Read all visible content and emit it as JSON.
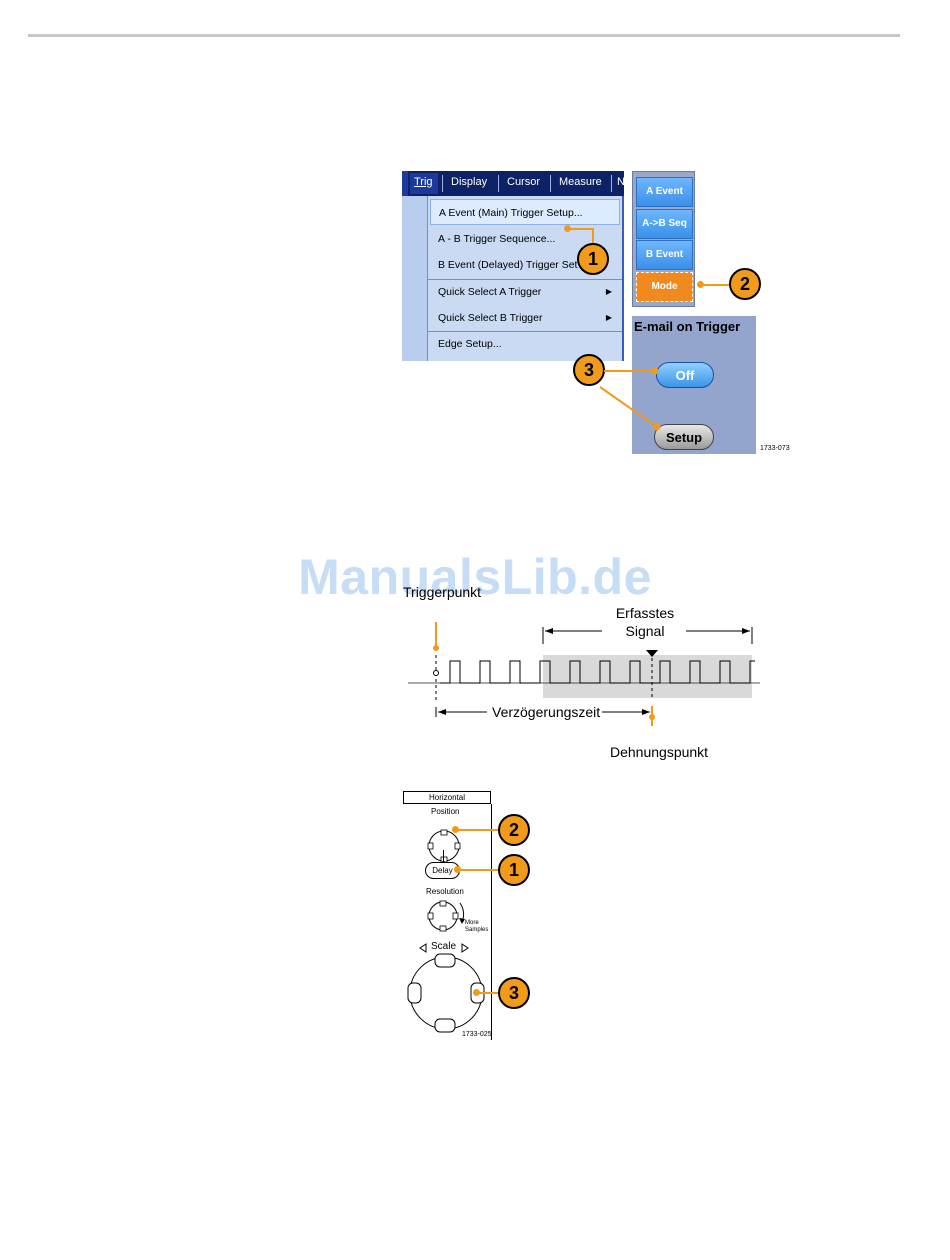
{
  "menubar": {
    "items": [
      "Trig",
      "Display",
      "Cursor",
      "Measure"
    ],
    "overflow_item": "N"
  },
  "trigger_menu": {
    "items": [
      "A Event (Main) Trigger Setup...",
      "A - B Trigger Sequence...",
      "B Event (Delayed) Trigger Set",
      "Quick Select A Trigger",
      "Quick Select B Trigger",
      "Edge Setup..."
    ]
  },
  "side_buttons": [
    "A Event",
    "A->B Seq",
    "B Event",
    "Mode"
  ],
  "email_panel": {
    "title": "E-mail on Trigger",
    "off_label": "Off",
    "setup_label": "Setup"
  },
  "callouts": {
    "top": [
      "1",
      "2",
      "3"
    ],
    "bottom": [
      "2",
      "1",
      "3"
    ]
  },
  "figure_numbers": {
    "top": "1733-073",
    "bottom": "1733-025"
  },
  "watermark": "ManualsLib.de",
  "timing_diagram": {
    "trigger_point": "Triggerpunkt",
    "captured_line1": "Erfasstes",
    "captured_line2": "Signal",
    "delay_time": "Verzögerungszeit",
    "expansion_point": "Dehnungspunkt"
  },
  "horizontal_panel": {
    "title": "Horizontal",
    "position": "Position",
    "delay": "Delay",
    "resolution": "Resolution",
    "more": "More",
    "samples": "Samples",
    "scale": "Scale"
  },
  "colors": {
    "callout": "#f29a1b",
    "menubar": "#0c2166",
    "watermark": "#c7dcf5"
  }
}
